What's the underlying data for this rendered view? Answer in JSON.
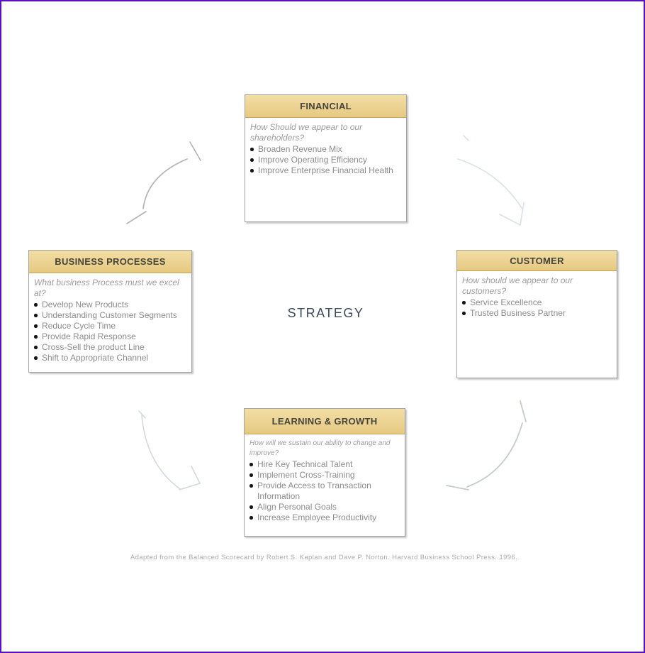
{
  "page": {
    "frame_color": "#5a10c0",
    "background_color": "#ffffff"
  },
  "diagram": {
    "center_label": "STRATEGY",
    "caption": "Adapted from the Balanced Scorecard by Robert S. Kaplan and Dave P. Norton. Harvard Business School Press. 1996.",
    "colors": {
      "header_fill_top": "#f2dfa5",
      "header_fill_bottom": "#e6c981",
      "header_border": "#c2a553",
      "header_text": "#45443a",
      "box_border": "#a3a3a3",
      "question_text": "#9c9c9c",
      "bullet_text": "#8c8c8c",
      "bullet_dot": "#161616",
      "center_text": "#3d4a5c",
      "caption_text": "#aaaaaa",
      "arrow_stroke": "#bfc3c9"
    },
    "boxes": [
      {
        "id": "financial",
        "title": "FINANCIAL",
        "question": "How Should we appear to our shareholders?",
        "items": [
          "Broaden Revenue Mix",
          "Improve Operating Efficiency",
          "Improve Enterprise Financial Health"
        ]
      },
      {
        "id": "business-processes",
        "title": "BUSINESS PROCESSES",
        "question": "What business Process must we excel at?",
        "items": [
          "Develop New Products",
          "Understanding Customer Segments",
          "Reduce Cycle Time",
          "Provide Rapid Response",
          "Cross-Sell the product Line",
          "Shift to Appropriate Channel"
        ]
      },
      {
        "id": "customer",
        "title": "CUSTOMER",
        "question": "How should we appear to our customers?",
        "items": [
          "Service Excellence",
          "Trusted Business Partner"
        ]
      },
      {
        "id": "learning-growth",
        "title": "LEARNING & GROWTH",
        "question": "How will we sustain our ability to change and improve?",
        "items": [
          "Hire Key Technical Talent",
          "Implement Cross-Training",
          "Provide Access to Transaction Information",
          "Align Personal Goals",
          "Increase Employee Productivity"
        ]
      }
    ],
    "arrows": [
      {
        "name": "arrow-business-processes-financial",
        "position": "top-left"
      },
      {
        "name": "arrow-financial-customer",
        "position": "top-right"
      },
      {
        "name": "arrow-customer-learning-growth",
        "position": "bottom-right"
      },
      {
        "name": "arrow-learning-growth-business-processes",
        "position": "bottom-left"
      }
    ]
  }
}
